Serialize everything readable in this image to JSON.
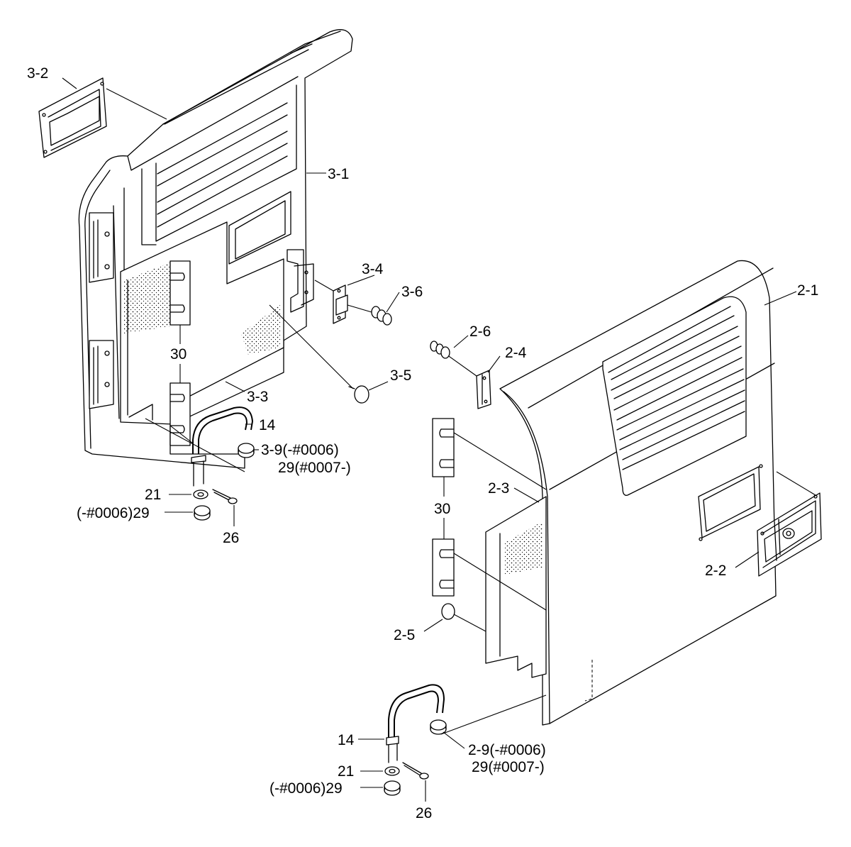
{
  "diagram": {
    "labels": {
      "3-1": "3-1",
      "3-2": "3-2",
      "3-3": "3-3",
      "3-4": "3-4",
      "3-5": "3-5",
      "3-6": "3-6",
      "3-9": "3-9(-#0006)",
      "29a": "29(#0007-)",
      "30a": "30",
      "14a": "14",
      "21a": "21",
      "29b": "(-#0006)29",
      "26a": "26",
      "2-1": "2-1",
      "2-2": "2-2",
      "2-3": "2-3",
      "2-4": "2-4",
      "2-5": "2-5",
      "2-6": "2-6",
      "2-9": "2-9(-#0006)",
      "29c": "29(#0007-)",
      "30b": "30",
      "14b": "14",
      "21b": "21",
      "29d": "(-#0006)29",
      "26b": "26"
    }
  }
}
